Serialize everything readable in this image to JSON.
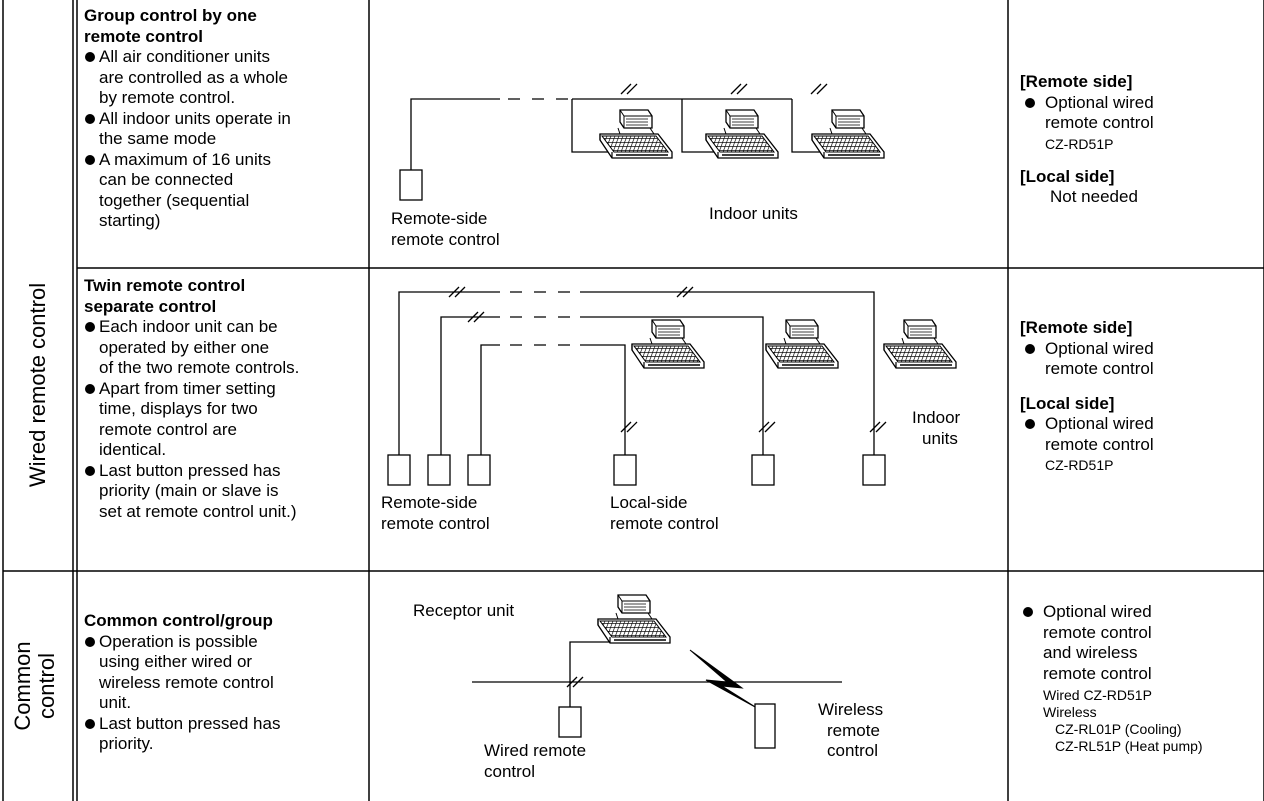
{
  "sections": [
    {
      "label": "Wired remote control",
      "rows": [
        {
          "title_lines": [
            "Group control by one",
            "remote control"
          ],
          "bullets": [
            [
              "All air conditioner units",
              "are controlled as a whole",
              "by remote control."
            ],
            [
              "All indoor units operate in",
              "the same mode"
            ],
            [
              "A maximum of 16 units",
              "can be connected",
              "together (sequential",
              "starting)"
            ]
          ],
          "diagram_labels": {
            "remote": [
              "Remote-side",
              "remote control"
            ],
            "indoor": "Indoor units"
          },
          "options": {
            "remote_heading": "[Remote side]",
            "remote_item_lines": [
              "Optional wired",
              "remote control"
            ],
            "remote_model": "CZ-RD51P",
            "local_heading": "[Local side]",
            "local_value": "Not needed"
          }
        },
        {
          "title_lines": [
            "Twin remote control",
            "separate control"
          ],
          "bullets": [
            [
              "Each indoor unit can be",
              "operated by either one",
              "of the two remote controls."
            ],
            [
              "Apart from timer setting",
              "time, displays for two",
              "remote control are",
              "identical."
            ],
            [
              "Last button pressed has",
              "priority (main or slave is",
              "set at remote control unit.)"
            ]
          ],
          "diagram_labels": {
            "remote": [
              "Remote-side",
              "remote control"
            ],
            "local": [
              "Local-side",
              "remote control"
            ],
            "indoor": [
              "Indoor",
              "units"
            ]
          },
          "options": {
            "remote_heading": "[Remote side]",
            "remote_item_lines": [
              "Optional wired",
              "remote control"
            ],
            "local_heading": "[Local side]",
            "local_item_lines": [
              "Optional wired",
              "remote control"
            ],
            "local_model": "CZ-RD51P"
          }
        }
      ]
    },
    {
      "label_lines": [
        "Common",
        "control"
      ],
      "rows": [
        {
          "title_lines": [
            "Common control/group"
          ],
          "bullets": [
            [
              "Operation is possible",
              "using either wired or",
              "wireless remote control",
              "unit."
            ],
            [
              "Last button pressed has",
              "priority."
            ]
          ],
          "diagram_labels": {
            "receptor": "Receptor unit",
            "wireless": [
              "Wireless",
              "remote",
              "control"
            ],
            "wired": [
              "Wired remote",
              "control"
            ]
          },
          "options": {
            "item_lines": [
              "Optional wired",
              "remote control",
              "and wireless",
              "remote control"
            ],
            "wired_model": "Wired CZ-RD51P",
            "wireless_label": "Wireless",
            "wireless_models": [
              "CZ-RL01P (Cooling)",
              "CZ-RL51P (Heat pump)"
            ]
          }
        }
      ]
    }
  ]
}
